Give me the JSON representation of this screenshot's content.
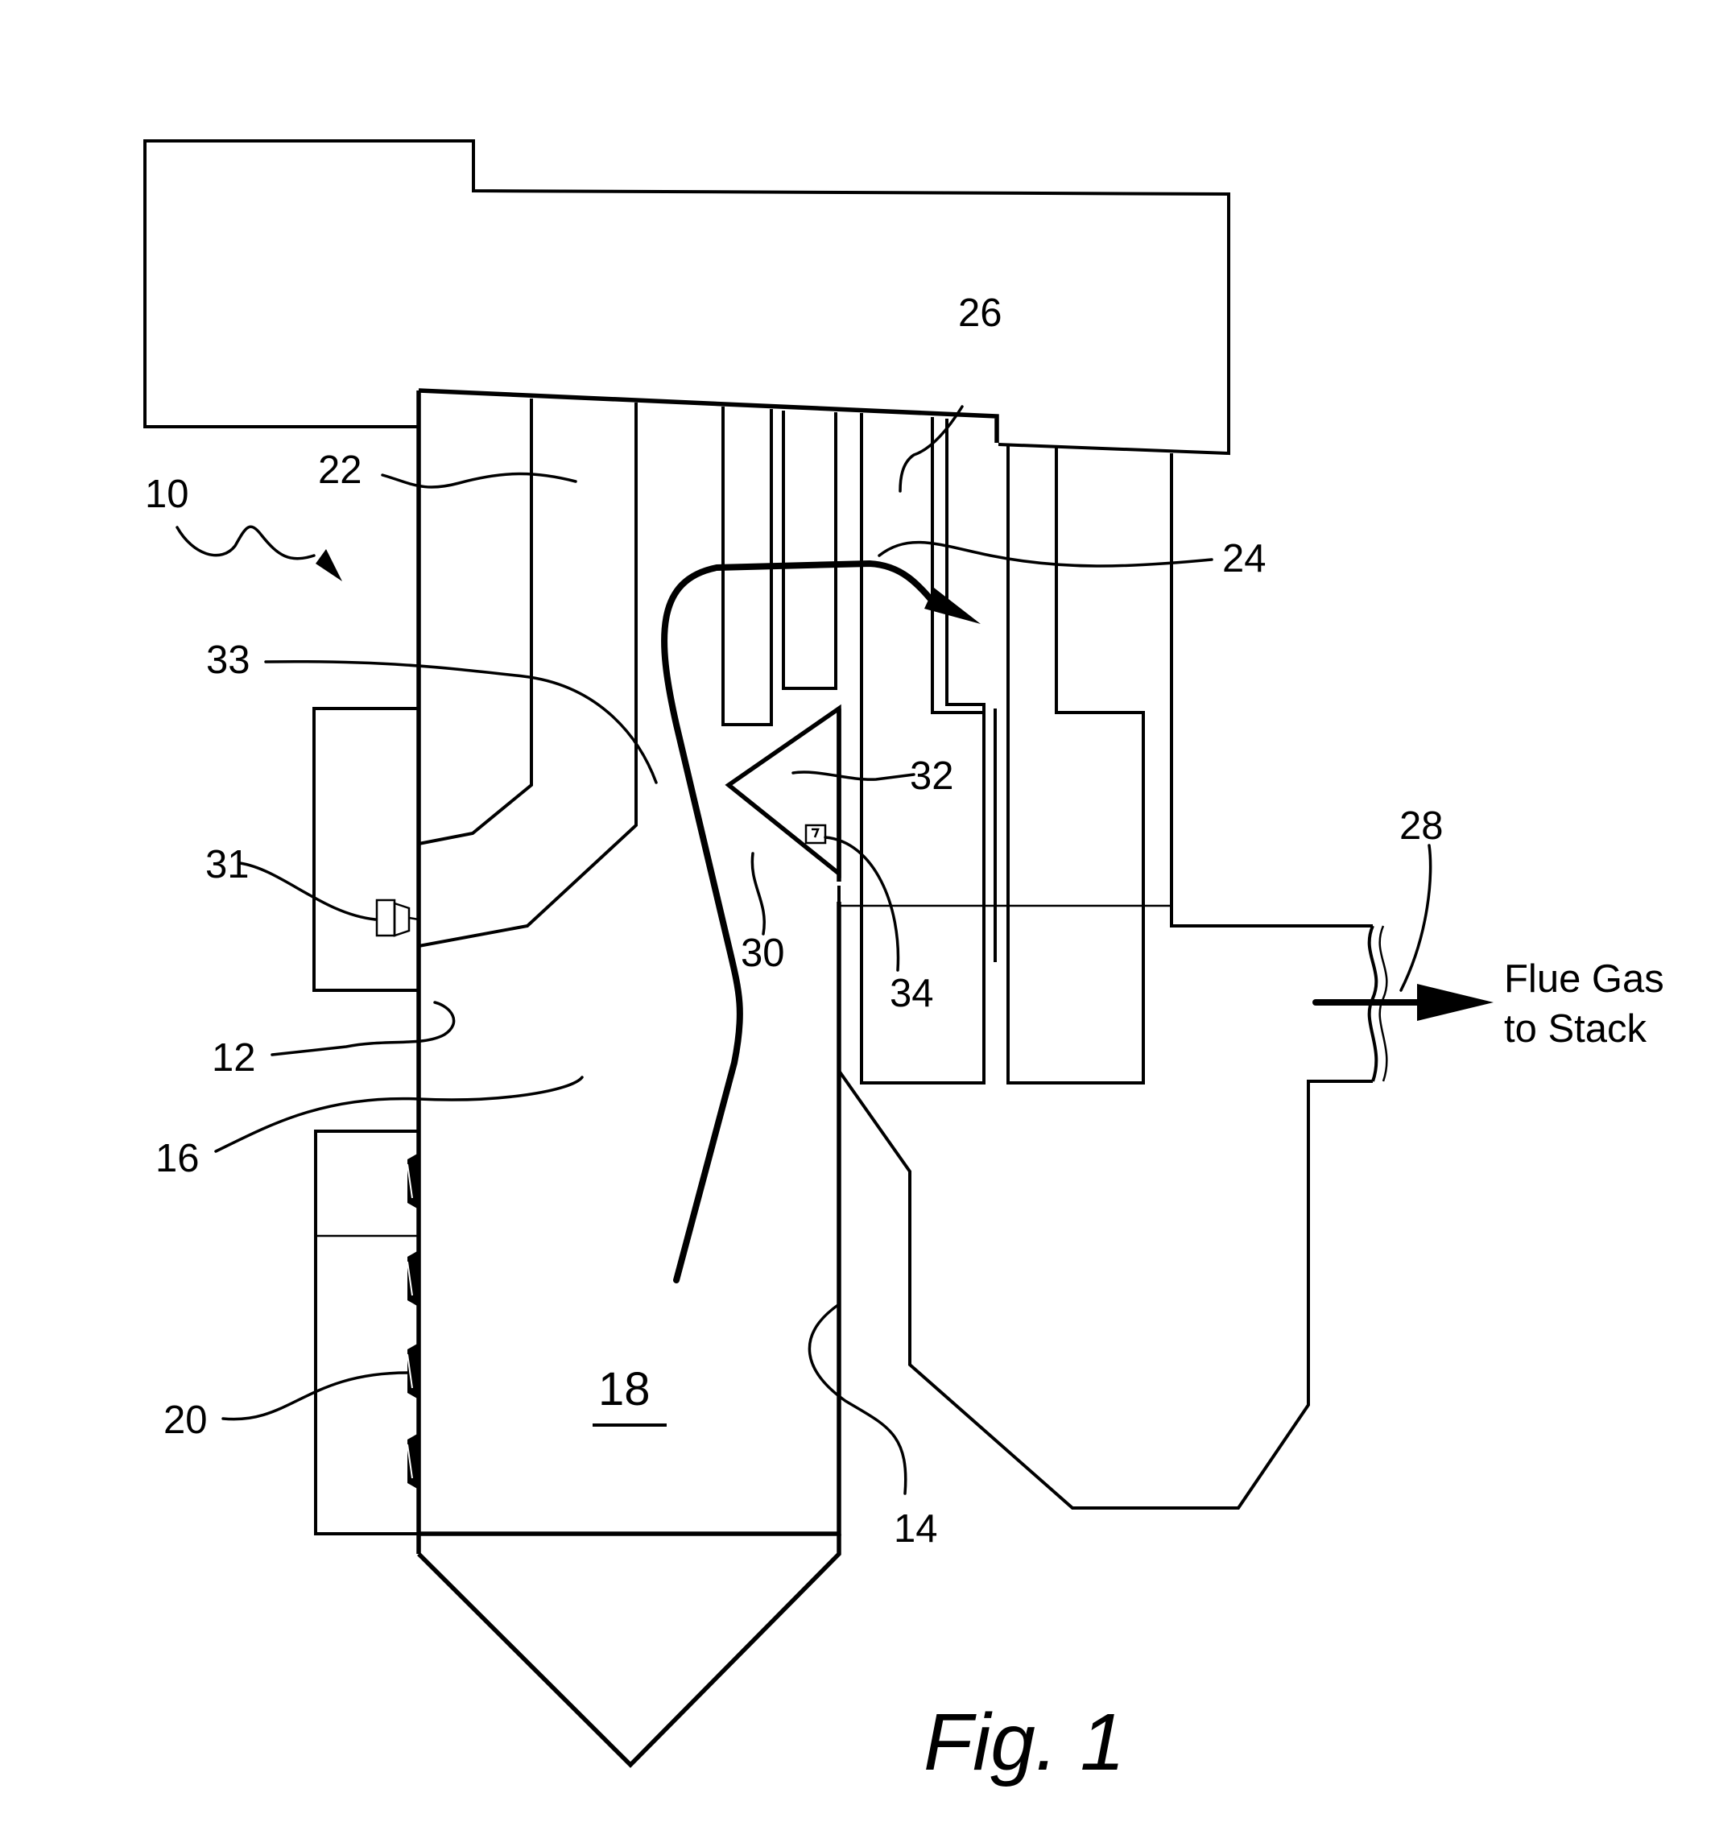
{
  "figure": {
    "caption": "Fig. 1",
    "labels": {
      "l10": "10",
      "l12": "12",
      "l14": "14",
      "l16": "16",
      "l18": "18",
      "l20": "20",
      "l22": "22",
      "l24": "24",
      "l26": "26",
      "l28": "28",
      "l30": "30",
      "l31": "31",
      "l32": "32",
      "l33": "33",
      "l34": "34"
    },
    "flue_gas_line1": "Flue Gas",
    "flue_gas_line2": "to Stack"
  }
}
